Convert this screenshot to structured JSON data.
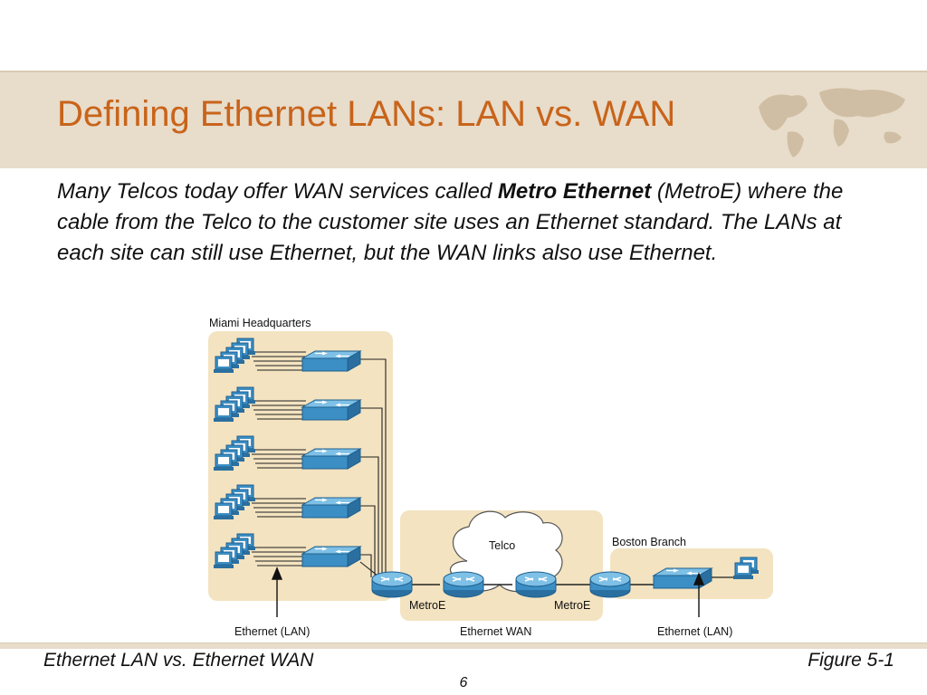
{
  "slide": {
    "title": "Defining Ethernet LANs: LAN vs. WAN",
    "body_part1": "Many Telcos today offer WAN services called ",
    "body_bold": "Metro Ethernet",
    "body_part2": " (MetroE) where the cable from the Telco to the customer site uses an Ethernet standard. The LANs at each site can still use Ethernet, but the WAN links also use Ethernet."
  },
  "diagram": {
    "miami_label": "Miami Headquarters",
    "telco_label": "Telco",
    "boston_label": "Boston Branch",
    "metroe_left": "MetroE",
    "metroe_right": "MetroE",
    "eth_lan_left": "Ethernet (LAN)",
    "eth_wan": "Ethernet WAN",
    "eth_lan_right": "Ethernet (LAN)",
    "colors": {
      "site_fill": "#f3e3c0",
      "device_blue": "#3c8fc4",
      "device_dark": "#1e5f8f",
      "cloud_fill": "#ffffff"
    }
  },
  "footer": {
    "caption_left": "Ethernet LAN vs. Ethernet WAN",
    "caption_right": "Figure 5-1",
    "page_number": "6"
  },
  "theme": {
    "title_color": "#c8641a",
    "band_color": "#e8dccb"
  }
}
